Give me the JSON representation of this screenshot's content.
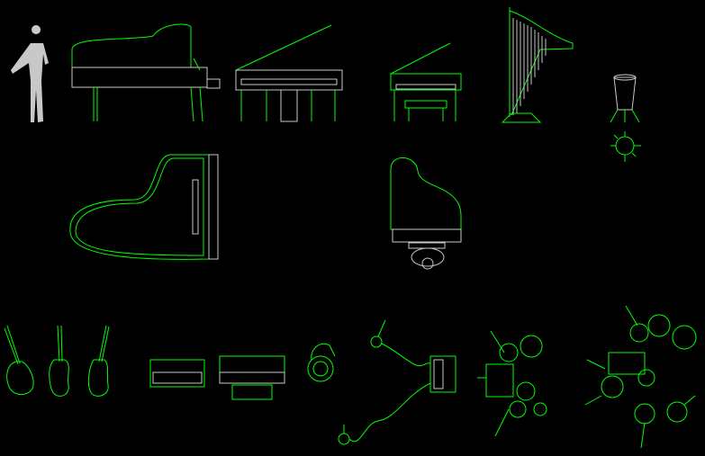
{
  "canvas": {
    "background": "#000000",
    "primary_color": "#00ff00",
    "secondary_color": "#c8c8c8"
  },
  "blocks": [
    {
      "name": "human-figure"
    },
    {
      "name": "grand-piano-side-view"
    },
    {
      "name": "grand-piano-front-view"
    },
    {
      "name": "baby-grand-piano-front-view"
    },
    {
      "name": "harp"
    },
    {
      "name": "conga-drum"
    },
    {
      "name": "grand-piano-top-view"
    },
    {
      "name": "piano-top-view-with-pianist"
    },
    {
      "name": "electric-guitars"
    },
    {
      "name": "keyboards"
    },
    {
      "name": "french-horn"
    },
    {
      "name": "microphones-and-amp"
    },
    {
      "name": "drum-kits"
    }
  ]
}
